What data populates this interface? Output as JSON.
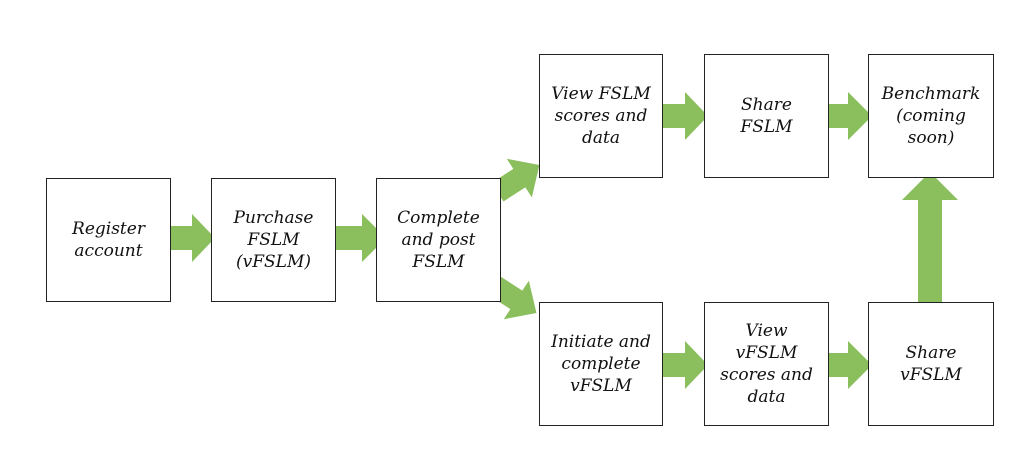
{
  "diagram": {
    "arrow_color": "#8bbf5e",
    "border_color": "#222222",
    "nodes": {
      "register": "Register\naccount",
      "purchase": "Purchase\nFSLM\n(vFSLM)",
      "complete_post": "Complete\nand post\nFSLM",
      "view_fslm": "View FSLM\nscores and\ndata",
      "share_fslm": "Share\nFSLM",
      "benchmark": "Benchmark\n(coming\nsoon)",
      "initiate_vfslm": "Initiate and\ncomplete\nvFSLM",
      "view_vfslm": "View\nvFSLM\nscores and\ndata",
      "share_vfslm": "Share\nvFSLM"
    }
  }
}
